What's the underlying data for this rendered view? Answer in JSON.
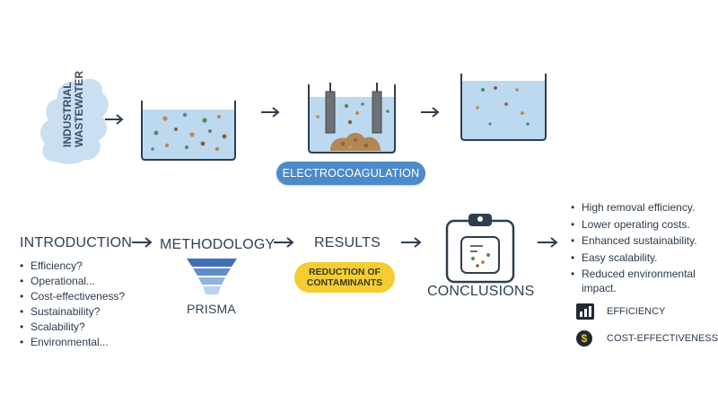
{
  "process": {
    "source_label": "INDUSTRIAL WASTEWATER",
    "electrocoagulation_label": "ELECTROCOAGULATION"
  },
  "workflow": {
    "introduction": {
      "title": "INTRODUCTION",
      "items": [
        "Efficiency?",
        "Operational...",
        "Cost-effectiveness?",
        "Sustainability?",
        "Scalability?",
        "Environmental..."
      ]
    },
    "methodology": {
      "title": "METHODOLOGY",
      "sublabel": "PRISMA"
    },
    "results": {
      "title": "RESULTS",
      "badge": "REDUCTION OF CONTAMINANTS"
    },
    "conclusions": {
      "title": "CONCLUSIONS",
      "items": [
        "High removal efficiency.",
        "Lower operating costs.",
        "Enhanced sustainability.",
        "Easy scalability.",
        "Reduced environmental impact."
      ]
    }
  },
  "legend": [
    {
      "icon": "bar-chart-icon",
      "label": "EFFICIENCY"
    },
    {
      "icon": "dollar-icon",
      "label": "COST-EFFECTIVENESS"
    }
  ],
  "colors": {
    "water": "#bcd9f0",
    "cloud": "#c9dff2",
    "electrocoagulation_pill": "#4d8ac9",
    "results_pill": "#f5cd33",
    "funnel_blue": "#4f7fc0"
  }
}
